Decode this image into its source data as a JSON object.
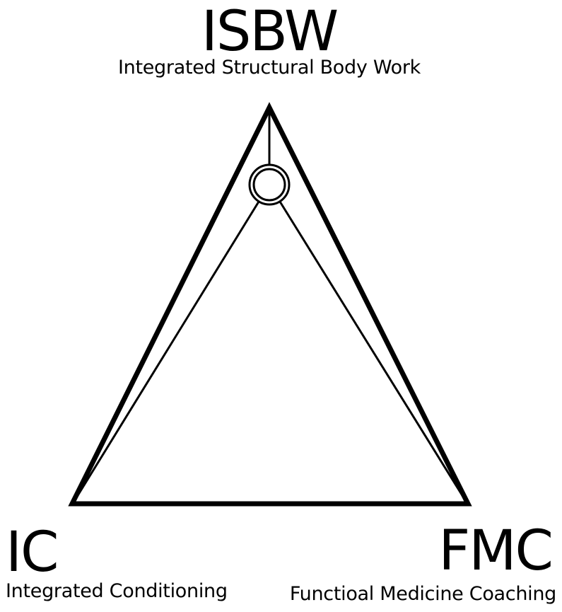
{
  "vertices": {
    "top": {
      "abbreviation": "ISBW",
      "full_name": "Integrated Structural Body Work"
    },
    "bottom_left": {
      "abbreviation": "IC",
      "full_name": "Integrated Conditioning"
    },
    "bottom_right": {
      "abbreviation": "FMC",
      "full_name": "Functioal Medicine Coaching"
    }
  },
  "colors": {
    "stroke": "#000000",
    "background": "#ffffff"
  }
}
